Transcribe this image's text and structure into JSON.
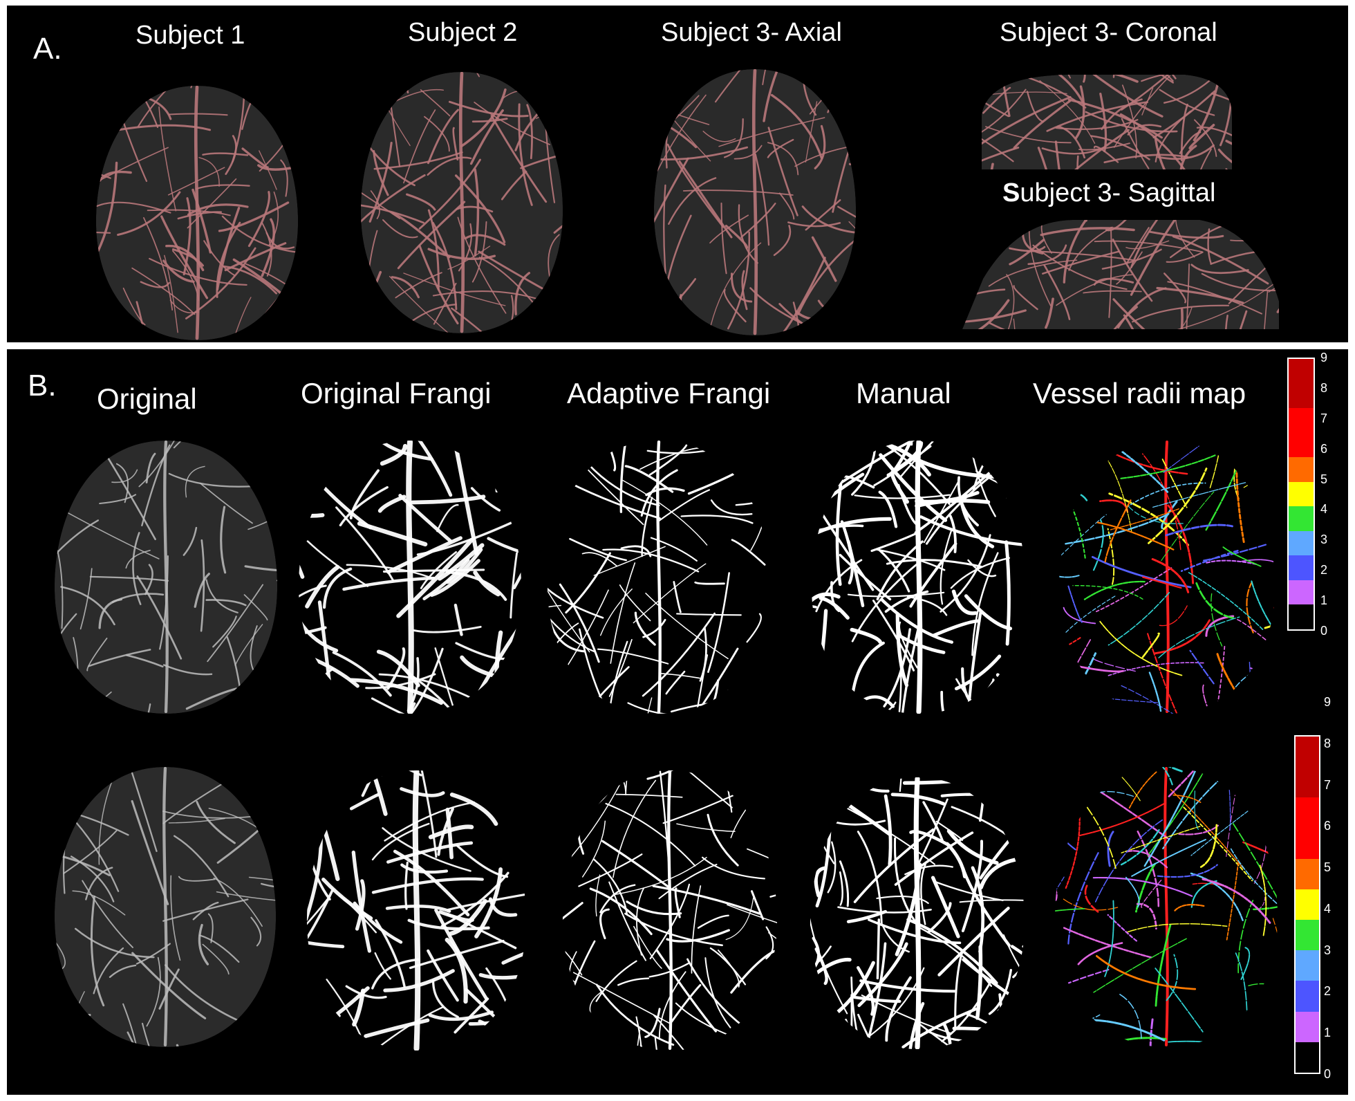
{
  "panel_a": {
    "label": "A.",
    "titles": [
      "Subject  1",
      "Subject  2",
      "Subject  3- Axial",
      "Subject  3- Coronal"
    ],
    "sagittal_bold": "S",
    "sagittal_rest": "ubject  3- Sagittal"
  },
  "panel_b": {
    "label": "B.",
    "columns": [
      "Original",
      "Original Frangi",
      "Adaptive Frangi",
      "Manual",
      "Vessel radii map"
    ],
    "colorbar_top": {
      "ticks": [
        "9",
        "8",
        "7",
        "6",
        "5",
        "4",
        "3",
        "2",
        "1",
        "0"
      ],
      "colors": [
        "#c00000",
        "#c00000",
        "#ff0000",
        "#ff0000",
        "#ff6a00",
        "#ffff00",
        "#33e633",
        "#5fa8ff",
        "#4d55ff",
        "#cc66ff",
        "#000000"
      ]
    },
    "colorbar_bottom": {
      "ticks": [
        "9",
        "8",
        "7",
        "6",
        "5",
        "4",
        "3",
        "2",
        "1",
        "0"
      ],
      "colors": [
        "#c00000",
        "#c00000",
        "#ff0000",
        "#ff0000",
        "#ff6a00",
        "#ffff00",
        "#33e633",
        "#5fa8ff",
        "#4d55ff",
        "#cc66ff",
        "#000000"
      ]
    }
  },
  "colors": {
    "background": "#000000",
    "vessel_angio": "#b8777a",
    "vessel_white": "#ffffff",
    "vessel_gray": "#bdbdbd"
  }
}
